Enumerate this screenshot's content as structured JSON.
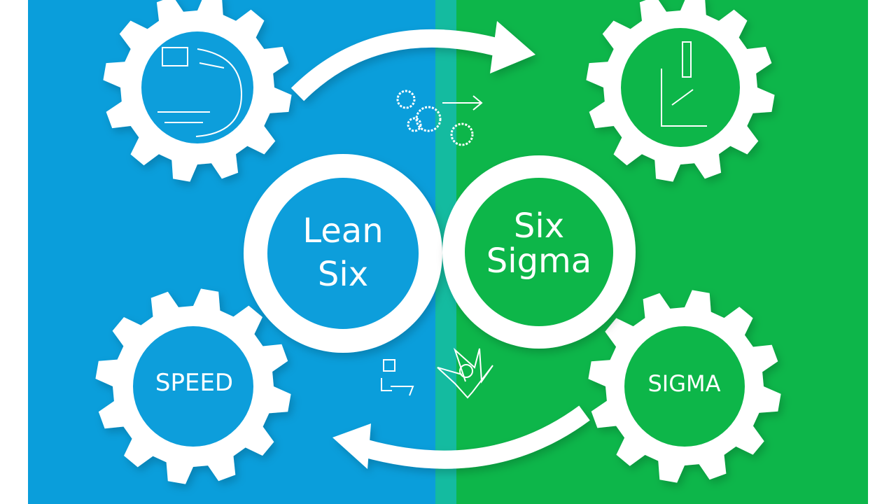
{
  "colors": {
    "blue": "#0a9edb",
    "teal": "#14bba0",
    "green": "#0db64a",
    "white": "#ffffff"
  },
  "center": {
    "lean_line1": "Lean",
    "lean_line2": "Six",
    "sigma_line1": "Six",
    "sigma_line2": "Sigma"
  },
  "gears": {
    "top_left_icon": "flow-chart-icon",
    "top_right_icon": "bar-chart-icon",
    "bottom_left_label": "SPEED",
    "bottom_right_label": "SIGMA"
  },
  "icons": [
    "gears-icon",
    "arrow-right-icon",
    "process-icon",
    "star-flower-icon"
  ]
}
